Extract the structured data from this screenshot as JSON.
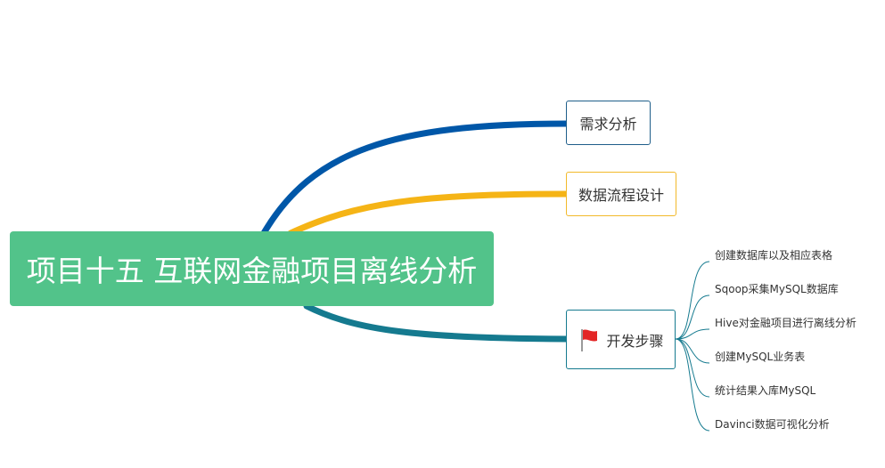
{
  "root": {
    "title": "项目十五 互联网金融项目离线分析",
    "color": "#52c38a"
  },
  "branches": [
    {
      "label": "需求分析",
      "color": "#0057a8"
    },
    {
      "label": "数据流程设计",
      "color": "#f5b416"
    },
    {
      "label": "开发步骤",
      "color": "#157a8f",
      "icon": "red-flag-icon"
    }
  ],
  "leaves": [
    "创建数据库以及相应表格",
    "Sqoop采集MySQL数据库",
    "Hive对金融项目进行离线分析",
    "创建MySQL业务表",
    "统计结果入库MySQL",
    "Davinci数据可视化分析"
  ]
}
